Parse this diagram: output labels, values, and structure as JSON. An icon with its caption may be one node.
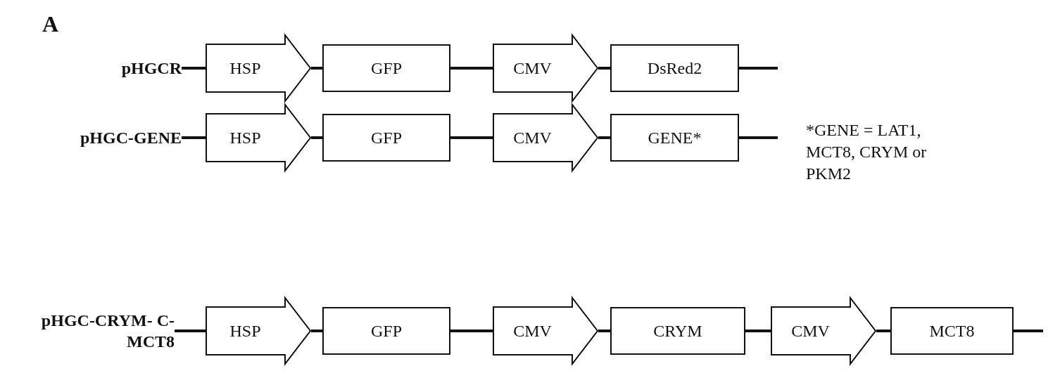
{
  "diagram": {
    "nodes": [
      {
        "text": [
          "pHGCR"
        ]
      },
      {
        "text": [
          "HSP"
        ]
      },
      {
        "text": [
          "GFP"
        ]
      },
      {
        "text": [
          "CMV"
        ]
      },
      {
        "text": [
          "DsRed2"
        ]
      },
      {
        "text": [
          "pHGC-GENE"
        ]
      },
      {
        "text": [
          "HSP"
        ]
      },
      {
        "text": [
          "GFP"
        ]
      },
      {
        "text": [
          "CMV"
        ]
      },
      {
        "text": [
          "GENE*"
        ]
      },
      {
        "text": [
          "pHGC-CRYM- C-MCT8"
        ]
      },
      {
        "text": [
          "HSP"
        ]
      },
      {
        "text": [
          "GFP"
        ]
      },
      {
        "text": [
          "CMV"
        ]
      },
      {
        "text": [
          "CRYM"
        ]
      },
      {
        "text": [
          "CMV"
        ]
      },
      {
        "text": [
          "MCT8"
        ]
      }
    ],
    "edges": [
      {
        "from": 0,
        "to": 1,
        "arrow": "none"
      },
      {
        "from": 1,
        "to": 2,
        "arrow": "none"
      },
      {
        "from": 2,
        "to": 3,
        "arrow": "none"
      },
      {
        "from": 3,
        "to": 4,
        "arrow": "none"
      },
      {
        "from": 4,
        "to": null,
        "arrow": "none"
      },
      {
        "from": 5,
        "to": 6,
        "arrow": "none"
      },
      {
        "from": 6,
        "to": 7,
        "arrow": "none"
      },
      {
        "from": 7,
        "to": 8,
        "arrow": "none"
      },
      {
        "from": 8,
        "to": 9,
        "arrow": "none"
      },
      {
        "from": 9,
        "to": null,
        "arrow": "none"
      },
      {
        "from": 10,
        "to": 11,
        "arrow": "none"
      },
      {
        "from": 11,
        "to": 12,
        "arrow": "none"
      },
      {
        "from": 12,
        "to": 13,
        "arrow": "none"
      },
      {
        "from": 13,
        "to": 14,
        "arrow": "none"
      },
      {
        "from": 14,
        "to": 15,
        "arrow": "none"
      },
      {
        "from": 15,
        "to": 16,
        "arrow": "none"
      },
      {
        "from": 16,
        "to": null,
        "arrow": "none"
      }
    ],
    "labels": [
      "A",
      "*GENE = LAT1, MCT8, CRYM or PKM2"
    ]
  }
}
